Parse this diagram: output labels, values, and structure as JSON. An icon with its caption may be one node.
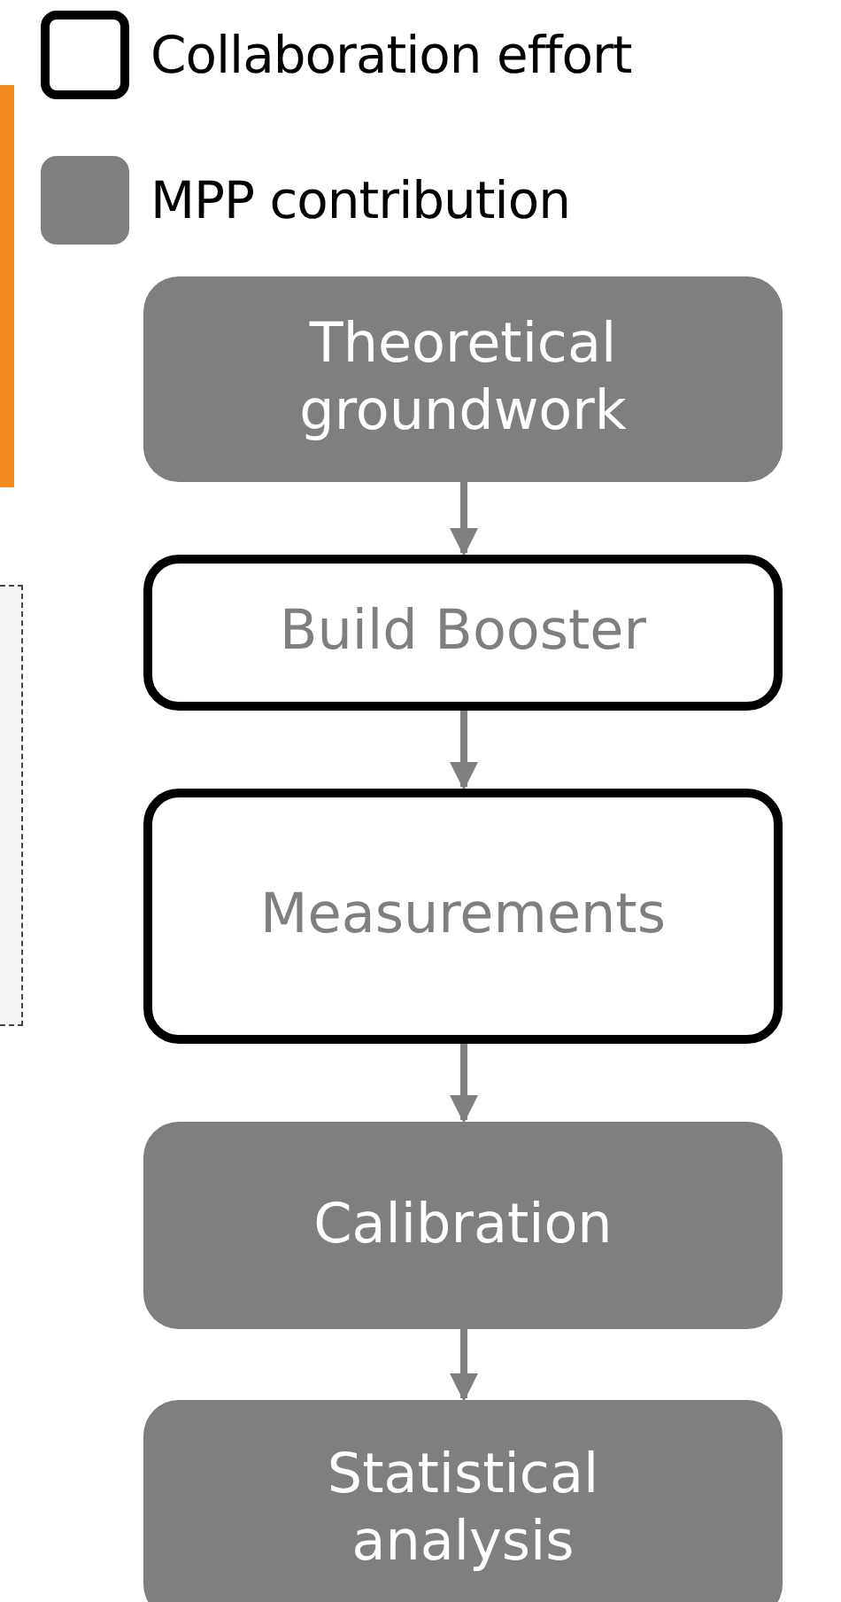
{
  "diagram": {
    "nodes": [
      {
        "text": [
          "Theoretical groundwork"
        ]
      },
      {
        "text": [
          "Build Booster"
        ]
      },
      {
        "text": [
          "Measurements"
        ]
      },
      {
        "text": [
          "Calibration"
        ]
      },
      {
        "text": [
          "Statistical analysis"
        ]
      }
    ],
    "edges": [
      {
        "from": 0,
        "to": 1,
        "arrow": "to"
      },
      {
        "from": 1,
        "to": 2,
        "arrow": "to"
      },
      {
        "from": 2,
        "to": 3,
        "arrow": "to"
      },
      {
        "from": 3,
        "to": 4,
        "arrow": "to"
      }
    ],
    "legend": [
      {
        "text": "Collaboration effort"
      },
      {
        "text": "MPP contribution",
        "color": "#7f7f7f"
      }
    ]
  }
}
